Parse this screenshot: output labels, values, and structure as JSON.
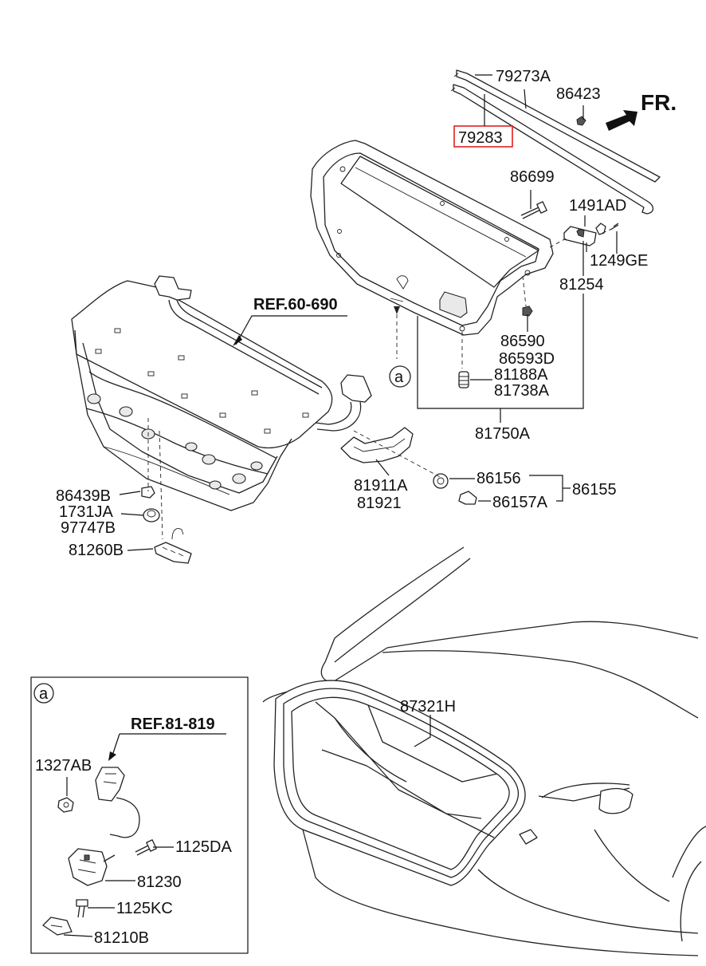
{
  "direction": "FR.",
  "refs": {
    "trunk_lid": "REF.60-690",
    "lock_ref": "REF.81-819"
  },
  "callout_marker": "a",
  "labels": {
    "p79273A": "79273A",
    "p86423": "86423",
    "p79283": "79283",
    "p86699": "86699",
    "p1491AD": "1491AD",
    "p1249GE": "1249GE",
    "p81254": "81254",
    "p86590": "86590",
    "p86593D": "86593D",
    "p81188A": "81188A",
    "p81738A": "81738A",
    "p81750A": "81750A",
    "p81911A": "81911A",
    "p81921": "81921",
    "p86156": "86156",
    "p86155": "86155",
    "p86157A": "86157A",
    "p86439B": "86439B",
    "p1731JA": "1731JA",
    "p97747B": "97747B",
    "p81260B": "81260B",
    "p87321H": "87321H",
    "p1327AB": "1327AB",
    "p1125DA": "1125DA",
    "p81230": "81230",
    "p1125KC": "1125KC",
    "p81210B": "81210B"
  },
  "highlight": {
    "part": "79283",
    "color": "#e02020"
  }
}
